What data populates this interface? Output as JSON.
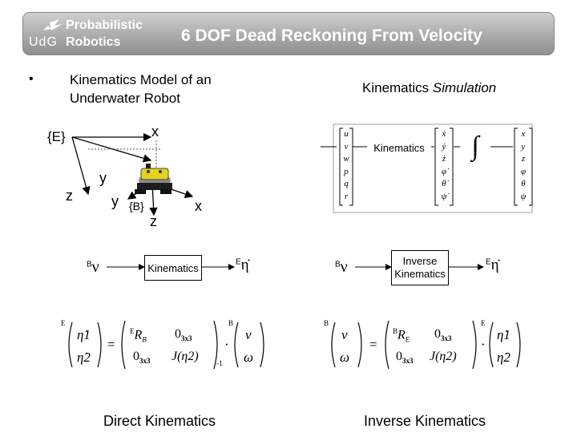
{
  "header": {
    "logo_line1": "Probabilistic",
    "logo_line2": "Robotics",
    "logo_mark": "UdG",
    "title": "6 DOF Dead Reckoning From Velocity"
  },
  "left": {
    "bullet": "•",
    "heading_line1": "Kinematics Model of an",
    "heading_line2": "Underwater Robot",
    "frame_E": "{E}",
    "frame_B": "{B}",
    "axis_x_top": "x",
    "axis_y_top": "y",
    "axis_z_top": "z",
    "axis_y_bot": "y",
    "axis_x_bot": "x",
    "axis_z_bot": "z"
  },
  "simulation": {
    "title_prefix": "Kinematics ",
    "title_italic": "Simulation",
    "input_vector": [
      "u",
      "v",
      "w",
      "p",
      "q",
      "r"
    ],
    "block_label": "Kinematics",
    "rate_vector": [
      "ẋ",
      "ẏ",
      "ż",
      "φ̇",
      "θ̇",
      "ψ̇"
    ],
    "integral": "∫",
    "output_vector": [
      "x",
      "y",
      "z",
      "φ",
      "θ",
      "ψ"
    ]
  },
  "direct": {
    "in_sup": "B",
    "in_sym": "ν",
    "block": "Kinematics",
    "out_sup": "E",
    "out_sym": "η̇",
    "caption": "Direct Kinematics",
    "eq": {
      "lhs_sup": "E",
      "lhs1": "η̇1",
      "lhs2": "η̇2",
      "m11_sup": "E",
      "m11": "R",
      "m11_sub": "B",
      "m12": "0",
      "m12_sub": "3x3",
      "m21": "0",
      "m21_sub": "3x3",
      "m22": "J(η2)",
      "inv": "-1",
      "rhs_sup": "B",
      "rhs1": "ν",
      "rhs2": "ω",
      "equals": "=",
      "dot": "·"
    }
  },
  "inverse": {
    "in_sup": "B",
    "in_sym": "ν",
    "block_line1": "Inverse",
    "block_line2": "Kinematics",
    "out_sup": "E",
    "out_sym": "η̇",
    "caption": "Inverse Kinematics",
    "eq": {
      "lhs_sup": "B",
      "lhs1": "ν",
      "lhs2": "ω",
      "m11_sup": "B",
      "m11": "R",
      "m11_sub": "E",
      "m12": "0",
      "m12_sub": "3x3",
      "m21": "0",
      "m21_sub": "3x3",
      "m22": "J(η2)",
      "rhs_sup": "E",
      "rhs1": "η̇1",
      "rhs2": "η̇2",
      "equals": "=",
      "dot": "·"
    }
  }
}
